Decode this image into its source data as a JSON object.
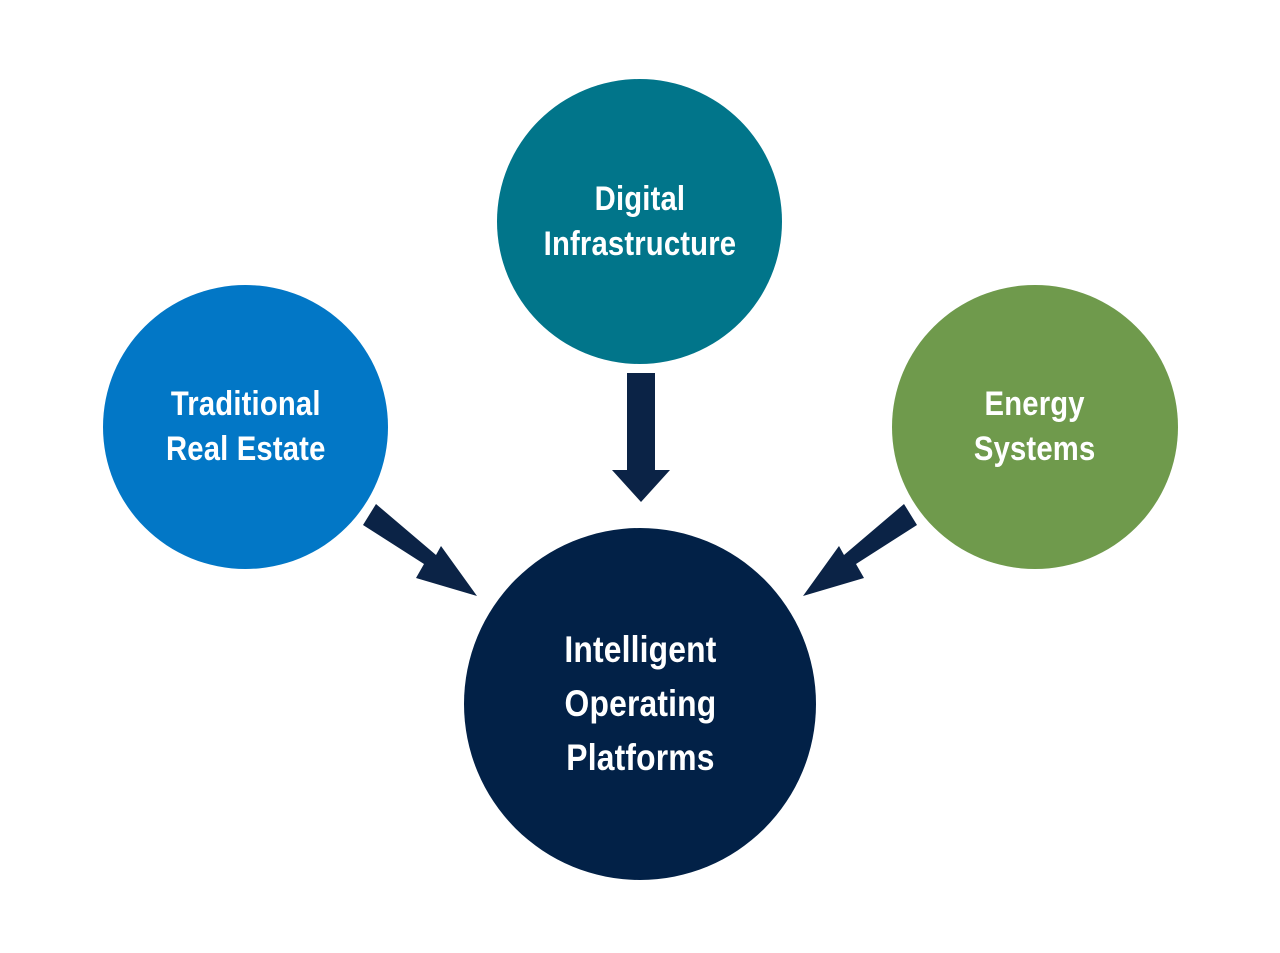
{
  "diagram": {
    "colors": {
      "arrow": "#0b2346"
    },
    "nodes": {
      "digital": {
        "lines": [
          "Digital",
          "Infrastructure"
        ],
        "color": "#01758a"
      },
      "traditional": {
        "lines": [
          "Traditional",
          "Real Estate"
        ],
        "color": "#0277c6"
      },
      "energy": {
        "lines": [
          "Energy",
          "Systems"
        ],
        "color": "#6f9a4c"
      },
      "platforms": {
        "lines": [
          "Intelligent",
          "Operating",
          "Platforms"
        ],
        "color": "#022147"
      }
    },
    "edges": [
      {
        "from": "digital",
        "to": "platforms"
      },
      {
        "from": "traditional",
        "to": "platforms"
      },
      {
        "from": "energy",
        "to": "platforms"
      }
    ]
  }
}
